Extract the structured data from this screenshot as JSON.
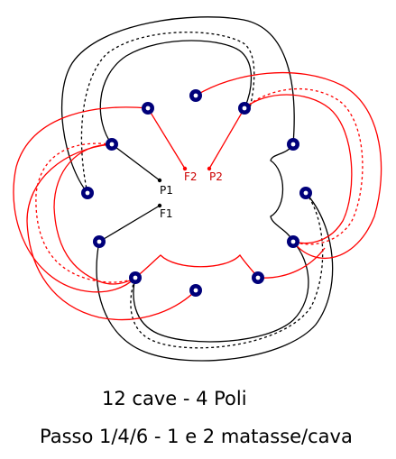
{
  "diagram": {
    "terminals": {
      "p1": "P1",
      "f1": "F1",
      "f2": "F2",
      "p2": "P2"
    },
    "colors": {
      "coil_1": "#000000",
      "coil_2": "#ff0000",
      "slot": "#000080",
      "label_coil_1": "#000000",
      "label_coil_2": "#cc0000"
    },
    "slot_count": 12
  },
  "captions": {
    "line_1": "12 cave - 4 Poli",
    "line_2": "Passo 1/4/6 - 1 e 2 matasse/cava"
  }
}
